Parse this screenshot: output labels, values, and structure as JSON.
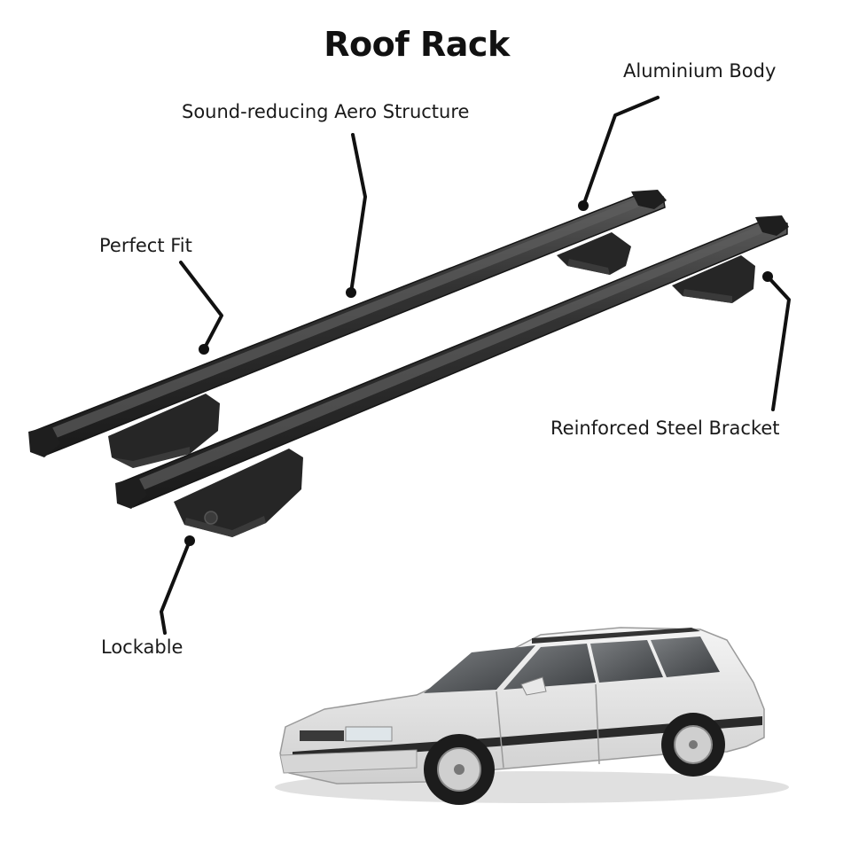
{
  "title": "Roof Rack",
  "callouts": {
    "aero": "Sound-reducing Aero Structure",
    "aluminium": "Aluminium Body",
    "fit": "Perfect Fit",
    "steel": "Reinforced Steel Bracket",
    "lockable": "Lockable"
  },
  "colors": {
    "bar": "#2b2b2b",
    "bar_highlight": "#4a4a4a",
    "leader": "#111111",
    "car_body": "#e6e6e6",
    "car_trim": "#2a2a2a"
  }
}
